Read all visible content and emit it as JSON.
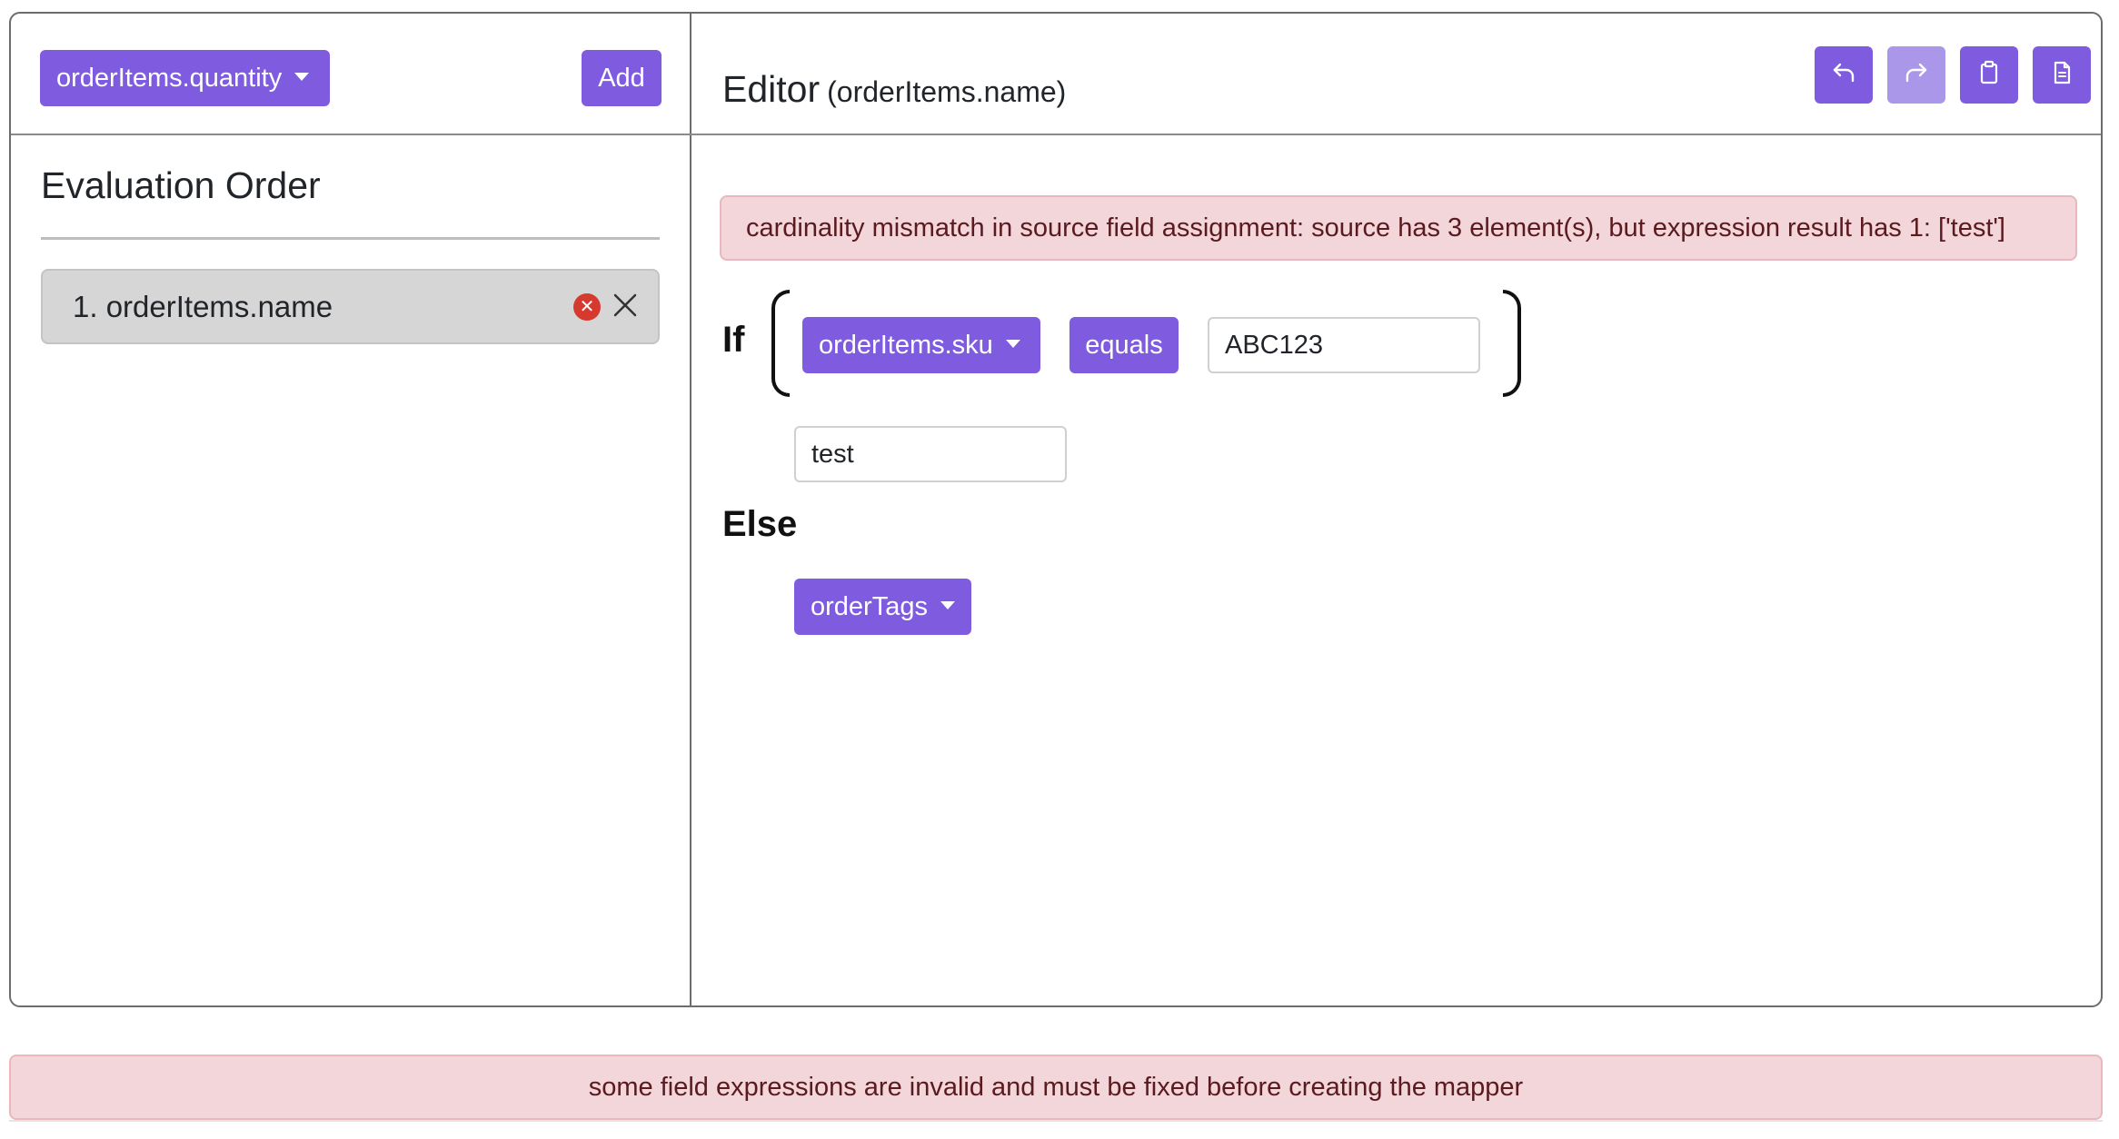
{
  "left": {
    "field_select": "orderItems.quantity",
    "add_label": "Add",
    "title": "Evaluation Order",
    "items": [
      {
        "label": "1. orderItems.name",
        "has_error": true
      }
    ]
  },
  "editor": {
    "title": "Editor",
    "field": "(orderItems.name)",
    "toolbar": [
      {
        "icon": "undo-icon",
        "enabled": true
      },
      {
        "icon": "redo-icon",
        "enabled": false
      },
      {
        "icon": "clipboard-icon",
        "enabled": true
      },
      {
        "icon": "document-icon",
        "enabled": true
      }
    ],
    "error": "cardinality mismatch in source field assignment: source has 3 element(s), but expression result has 1: ['test']",
    "if_label": "If",
    "condition": {
      "field": "orderItems.sku",
      "operator": "equals",
      "value": "ABC123"
    },
    "then_value": "test",
    "else_label": "Else",
    "else_field": "orderTags"
  },
  "footer_alert": "some field expressions are invalid and must be fixed before creating the mapper",
  "colors": {
    "accent": "#7e5bdf",
    "accent_disabled": "#ab97ea",
    "alert_bg": "#f3d6d9",
    "alert_text": "#5a1a1f",
    "error_icon": "#d63a2f"
  }
}
